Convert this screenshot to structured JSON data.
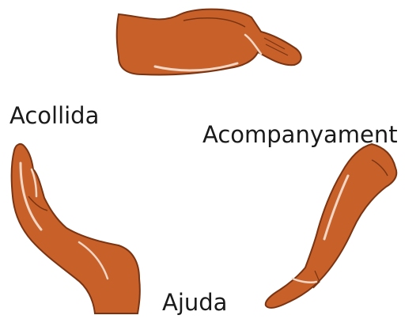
{
  "labels": {
    "acollida": "Acollida",
    "acompanyament": "Acompanyament",
    "ajuda": "Ajuda"
  },
  "colors": {
    "hand_fill": "#c8602a",
    "hand_outline": "#7a3412",
    "hand_highlight": "#f2d7c4",
    "text": "#1a1a1a",
    "background": "#ffffff"
  },
  "icons": [
    "hand-top-icon",
    "hand-left-icon",
    "hand-right-icon"
  ]
}
